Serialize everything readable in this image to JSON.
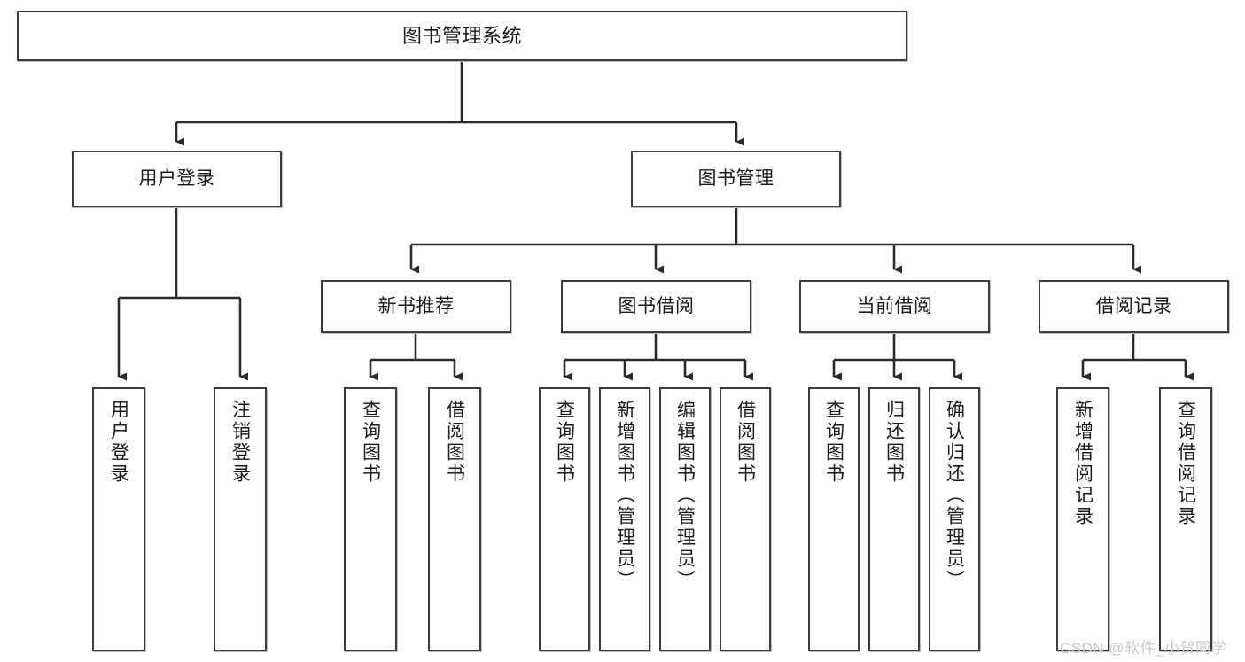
{
  "diagram": {
    "title": "图书管理系统",
    "type": "tree-hierarchy-diagram",
    "colors": {
      "box_border": "#3b3b3b",
      "box_fill": "#ffffff",
      "connector": "#2b2b2b",
      "background": "#ffffff",
      "watermark": "#c9c9c9"
    }
  },
  "root": {
    "label": "图书管理系统"
  },
  "level2": [
    {
      "label": "用户登录"
    },
    {
      "label": "图书管理"
    }
  ],
  "level3": [
    {
      "label": "新书推荐"
    },
    {
      "label": "图书借阅"
    },
    {
      "label": "当前借阅"
    },
    {
      "label": "借阅记录"
    }
  ],
  "leaves": {
    "user_login": [
      {
        "label": "用户登录"
      },
      {
        "label": "注销登录"
      }
    ],
    "new_book_recommend": [
      {
        "label": "查询图书"
      },
      {
        "label": "借阅图书"
      }
    ],
    "book_borrow": [
      {
        "label": "查询图书"
      },
      {
        "label": "新增图书（管理员）"
      },
      {
        "label": "编辑图书（管理员）"
      },
      {
        "label": "借阅图书"
      }
    ],
    "current_borrow": [
      {
        "label": "查询图书"
      },
      {
        "label": "归还图书"
      },
      {
        "label": "确认归还（管理员）"
      }
    ],
    "borrow_record": [
      {
        "label": "新增借阅记录"
      },
      {
        "label": "查询借阅记录"
      }
    ]
  },
  "watermark": {
    "text": "CSDN @软件_小贺同学"
  }
}
